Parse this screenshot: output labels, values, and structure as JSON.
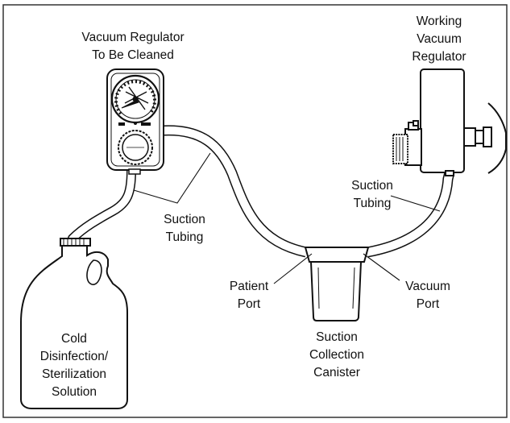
{
  "colors": {
    "stroke": "#111111",
    "fill": "#ffffff",
    "frame": "#333333"
  },
  "icons": [
    "vacuum-regulator-icon",
    "gauge-dial-icon",
    "control-knob-icon",
    "bottle-icon",
    "canister-icon",
    "wall-mount-regulator-icon"
  ],
  "labels": {
    "regulator_to_clean": [
      "Vacuum Regulator",
      "To Be Cleaned"
    ],
    "working_regulator": [
      "Working",
      "Vacuum",
      "Regulator"
    ],
    "suction_tubing_left": [
      "Suction",
      "Tubing"
    ],
    "suction_tubing_right": [
      "Suction",
      "Tubing"
    ],
    "patient_port": [
      "Patient",
      "Port"
    ],
    "vacuum_port": [
      "Vacuum",
      "Port"
    ],
    "canister": [
      "Suction",
      "Collection",
      "Canister"
    ],
    "solution": [
      "Cold",
      "Disinfection/",
      "Sterilization",
      "Solution"
    ]
  }
}
